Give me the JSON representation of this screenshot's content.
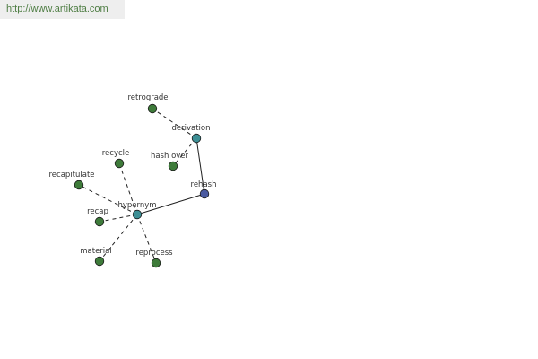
{
  "banner": {
    "url": "http://www.artikata.com"
  },
  "colors": {
    "leaf": "#3e7b3a",
    "hub": "#3d8f95",
    "root": "#4a5aa0",
    "edge": "#222222"
  },
  "nodes": [
    {
      "id": "retrograde",
      "label": "retrograde",
      "kind": "leaf",
      "icon": "circle-node"
    },
    {
      "id": "derivation",
      "label": "derivation",
      "kind": "hub",
      "icon": "circle-node"
    },
    {
      "id": "hash-over",
      "label": "hash over",
      "kind": "leaf",
      "icon": "circle-node"
    },
    {
      "id": "recycle",
      "label": "recycle",
      "kind": "leaf",
      "icon": "circle-node"
    },
    {
      "id": "rehash",
      "label": "rehash",
      "kind": "root",
      "icon": "circle-node"
    },
    {
      "id": "recapitulate",
      "label": "recapitulate",
      "kind": "leaf",
      "icon": "circle-node"
    },
    {
      "id": "recap",
      "label": "recap",
      "kind": "leaf",
      "icon": "circle-node"
    },
    {
      "id": "hypernym",
      "label": "hypernym",
      "kind": "hub",
      "icon": "circle-node"
    },
    {
      "id": "material",
      "label": "material",
      "kind": "leaf",
      "icon": "circle-node"
    },
    {
      "id": "reprocess",
      "label": "reprocess",
      "kind": "leaf",
      "icon": "circle-node"
    }
  ],
  "edges": [
    {
      "from": "rehash",
      "to": "derivation",
      "style": "solid"
    },
    {
      "from": "rehash",
      "to": "hypernym",
      "style": "solid"
    },
    {
      "from": "derivation",
      "to": "retrograde",
      "style": "dashed"
    },
    {
      "from": "derivation",
      "to": "hash-over",
      "style": "dashed"
    },
    {
      "from": "hypernym",
      "to": "recycle",
      "style": "dashed"
    },
    {
      "from": "hypernym",
      "to": "recapitulate",
      "style": "dashed"
    },
    {
      "from": "hypernym",
      "to": "recap",
      "style": "dashed"
    },
    {
      "from": "hypernym",
      "to": "material",
      "style": "dashed"
    },
    {
      "from": "hypernym",
      "to": "reprocess",
      "style": "dashed"
    }
  ]
}
